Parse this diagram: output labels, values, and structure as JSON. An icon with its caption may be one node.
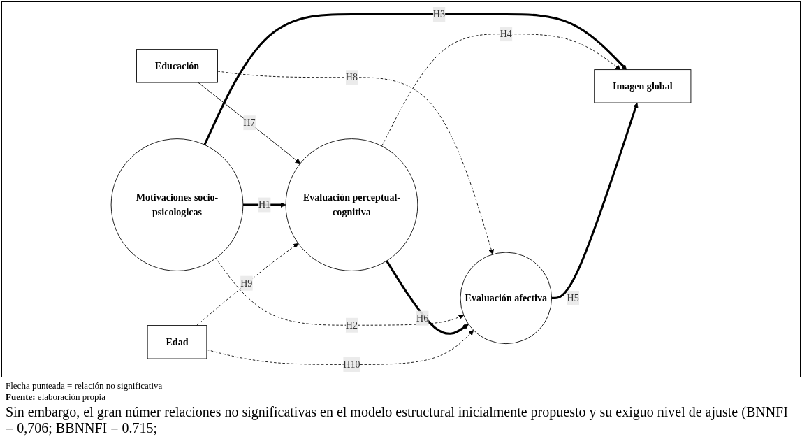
{
  "diagram": {
    "nodes": [
      {
        "text": [
          "Educación"
        ]
      },
      {
        "text": [
          "Evaluación perceptual-cognitiva"
        ]
      },
      {
        "text": [
          "Motivaciones socio-psicologicas"
        ]
      },
      {
        "text": [
          "Imagen global"
        ]
      },
      {
        "text": [
          "Edad"
        ]
      },
      {
        "text": [
          "Evaluación afectiva"
        ]
      }
    ],
    "edges": [
      {
        "from": 0,
        "to": 1,
        "arrow": "to",
        "label": "H7"
      },
      {
        "from": 0,
        "to": 5,
        "arrow": "to",
        "label": "H8",
        "style": "dashed"
      },
      {
        "from": 2,
        "to": 1,
        "arrow": "to",
        "label": "H1",
        "style": "thick"
      },
      {
        "from": 2,
        "to": 5,
        "arrow": "to",
        "label": "H2",
        "style": "dashed"
      },
      {
        "from": 2,
        "to": 3,
        "arrow": "to",
        "label": "H3",
        "style": "thick"
      },
      {
        "from": 1,
        "to": 3,
        "arrow": "to",
        "label": "H4",
        "style": "dashed"
      },
      {
        "from": 1,
        "to": 5,
        "arrow": "to",
        "label": "H6",
        "style": "thick"
      },
      {
        "from": 5,
        "to": 3,
        "arrow": "to",
        "label": "H5",
        "style": "thick"
      },
      {
        "from": 4,
        "to": 1,
        "arrow": "to",
        "label": "H9",
        "style": "dashed"
      },
      {
        "from": 4,
        "to": 5,
        "arrow": "to",
        "label": "H10",
        "style": "dashed"
      }
    ],
    "labels": [
      "Flecha punteada = relación no significativa",
      "**Fuente:** elaboración propia",
      "Sin embargo, el gran númer relaciones no significativas en el modelo estructural inicialmente propuesto y su exiguo nivel de ajuste (BNNFI = 0,706; BBNNFI = 0.715;"
    ]
  }
}
